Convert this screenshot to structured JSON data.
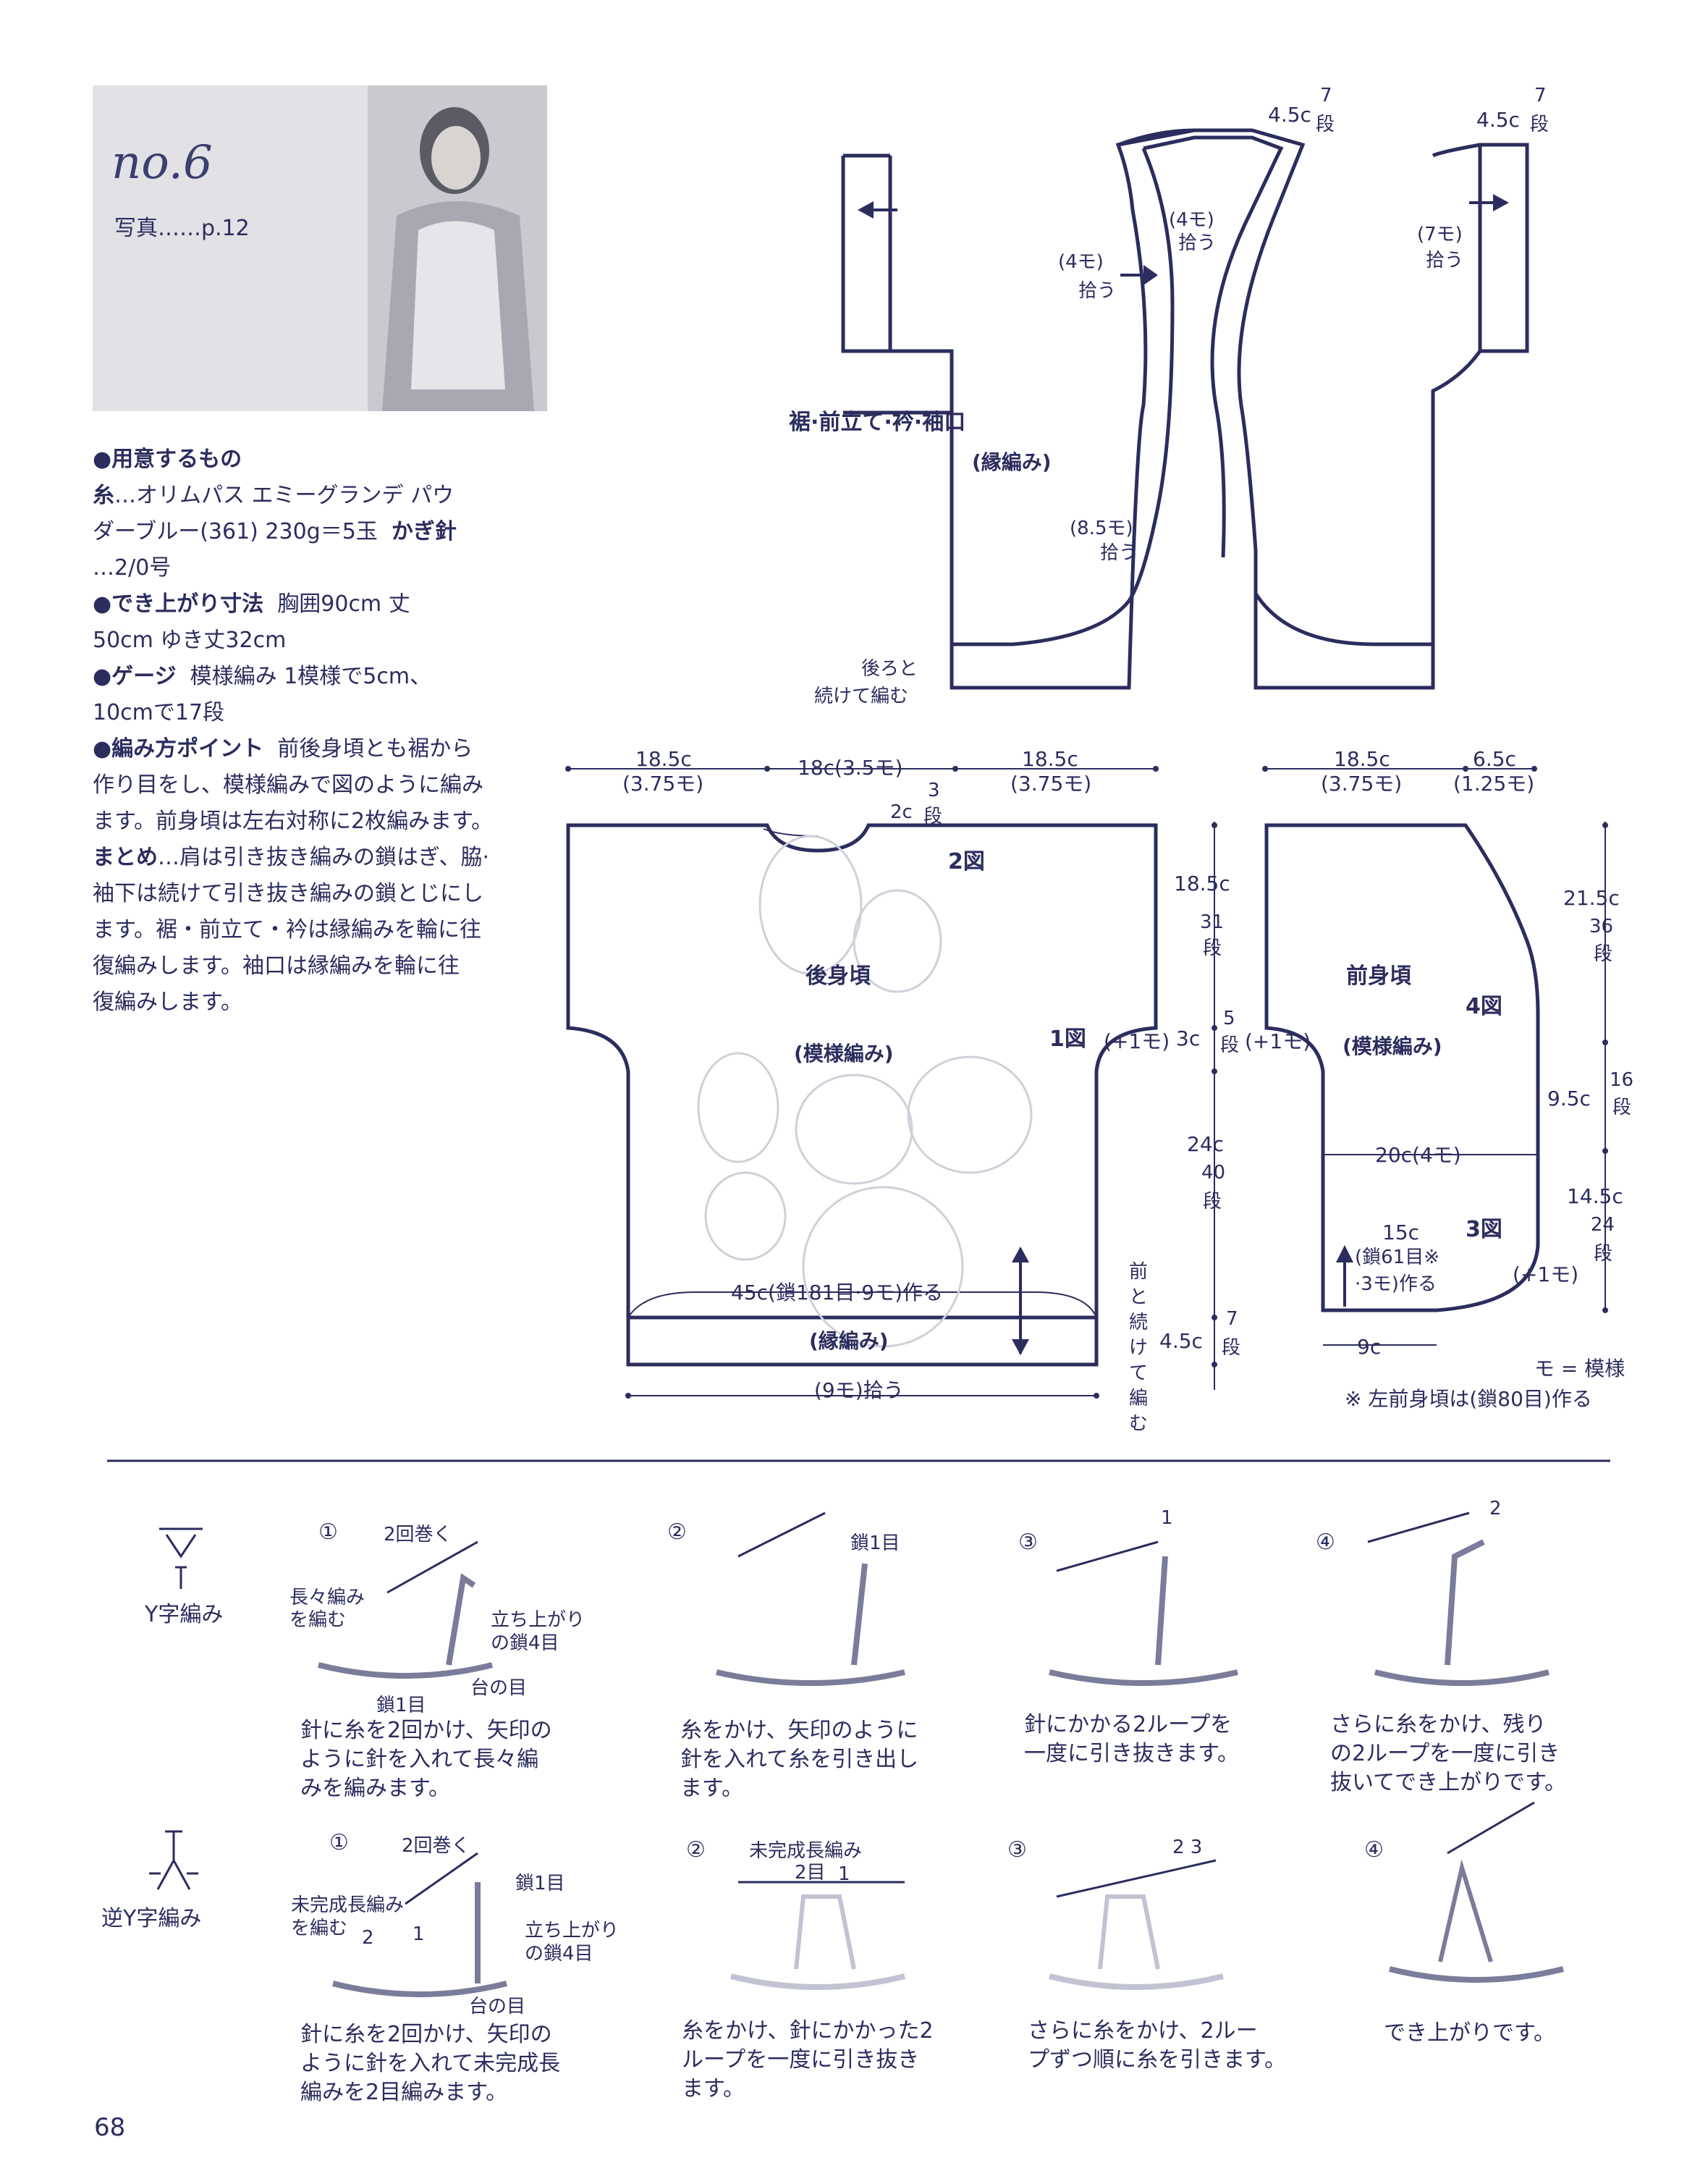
{
  "header": {
    "pattern_no": "no.6",
    "photo_ref": "写真……p.12"
  },
  "materials": {
    "heading": "●用意するもの",
    "line1_label": "糸",
    "line1": "…オリムパス エミーグランデ パウ",
    "line2": "ダーブルー(361) 230g＝5玉",
    "line2_label": "かぎ針",
    "line3": "…2/0号",
    "size_heading": "●でき上がり寸法",
    "size1": "胸囲90cm 丈",
    "size2": "50cm ゆき丈32cm",
    "gauge_heading": "●ゲージ",
    "gauge1": "模様編み 1模様で5cm、",
    "gauge2": "10cmで17段",
    "point_heading": "●編み方ポイント",
    "point1": "前後身頃とも裾から",
    "point2": "作り目をし、模様編みで図のように編み",
    "point3": "ます。前身頃は左右対称に2枚編みます。",
    "finish_label": "まとめ",
    "finish1": "…肩は引き抜き編みの鎖はぎ、脇·",
    "finish2": "袖下は続けて引き抜き編みの鎖とじにし",
    "finish3": "ます。裾・前立て・衿は縁編みを輪に往",
    "finish4": "復編みします。袖口は縁編みを輪に往",
    "finish5": "復編みします。"
  },
  "top_diagram": {
    "title": "裾·前立て·衿·袖口",
    "subtitle": "(縁編み)",
    "left_cuff_w": "4.5c",
    "left_cuff_rows": "7",
    "left_cuff_unit": "段",
    "right_cuff_w": "4.5c",
    "right_cuff_rows": "7",
    "right_cuff_unit": "段",
    "pick_4mo_a": "(4モ)",
    "pick_a": "拾う",
    "pick_4mo_b": "(4モ)",
    "pick_b": "拾う",
    "pick_7mo": "(7モ)",
    "pick_c": "拾う",
    "pick_85mo": "(8.5モ)",
    "pick_d": "拾う",
    "continue1": "後ろと",
    "continue2": "続けて編む"
  },
  "back_body": {
    "dim_left": "18.5c",
    "dim_left_mo": "(3.75モ)",
    "dim_neck": "18c(3.5モ)",
    "dim_right": "18.5c",
    "dim_right_mo": "(3.75モ)",
    "neck_depth": "2c",
    "neck_rows": "3",
    "neck_unit": "段",
    "fig2": "2図",
    "title": "後身頃",
    "subtitle": "(模様編み)",
    "fig1": "1図",
    "plus1_left": "(+1モ)",
    "cast_on": "45c(鎖181目·9モ)作る",
    "edge": "(縁編み)",
    "pickup": "(9モ)拾う",
    "side_continue": [
      "前",
      "と",
      "続",
      "け",
      "て",
      "編",
      "む"
    ]
  },
  "vertical_dims": {
    "h1": "18.5c",
    "h1_rows": "31",
    "h1_unit": "段",
    "h2": "3c",
    "h2_rows": "5",
    "h2_unit": "段",
    "h3": "24c",
    "h3_rows": "40",
    "h3_unit": "段",
    "h4": "4.5c",
    "h4_rows": "7",
    "h4_unit": "段",
    "plus1_mid": "(+1モ)"
  },
  "front_body": {
    "dim_top": "18.5c",
    "dim_top_mo": "(3.75モ)",
    "dim_neck": "6.5c",
    "dim_neck_mo": "(1.25モ)",
    "title": "前身頃",
    "subtitle": "(模様編み)",
    "fig4": "4図",
    "fig3": "3図",
    "width_mid": "20c(4モ)",
    "cast_w": "15c",
    "cast_1": "(鎖61目※",
    "cast_2": "·3モ)作る",
    "plus1": "(+1モ)",
    "bottom_w": "9c",
    "r1": "21.5c",
    "r1_rows": "36",
    "r1_unit": "段",
    "r2": "9.5c",
    "r2_rows": "16",
    "r2_unit": "段",
    "r3": "14.5c",
    "r3_rows": "24",
    "r3_unit": "段",
    "legend": "モ = 模様",
    "note": "※ 左前身頃は(鎖80目)作る"
  },
  "y_stitch": {
    "label": "Y字編み",
    "s1_num": "①",
    "s1_wrap": "2回巻く",
    "s1_a1": "長々編み",
    "s1_a2": "を編む",
    "s1_b1": "立ち上がり",
    "s1_b2": "の鎖4目",
    "s1_base": "台の目",
    "s1_chain": "鎖1目",
    "s1_t1": "針に糸を2回かけ、矢印の",
    "s1_t2": "ように針を入れて長々編",
    "s1_t3": "みを編みます。",
    "s2_num": "②",
    "s2_chain": "鎖1目",
    "s2_t1": "糸をかけ、矢印のように",
    "s2_t2": "針を入れて糸を引き出し",
    "s2_t3": "ます。",
    "s3_num": "③",
    "s3_mark": "1",
    "s3_t1": "針にかかる2ループを",
    "s3_t2": "一度に引き抜きます。",
    "s4_num": "④",
    "s4_mark": "2",
    "s4_t1": "さらに糸をかけ、残り",
    "s4_t2": "の2ループを一度に引き",
    "s4_t3": "抜いてでき上がりです。"
  },
  "inv_y_stitch": {
    "label": "逆Y字編み",
    "s1_num": "①",
    "s1_wrap": "2回巻く",
    "s1_chain": "鎖1目",
    "s1_a1": "未完成長編み",
    "s1_a2": "を編む",
    "s1_m2": "2",
    "s1_m1": "1",
    "s1_b1": "立ち上がり",
    "s1_b2": "の鎖4目",
    "s1_base": "台の目",
    "s1_t1": "針に糸を2回かけ、矢印の",
    "s1_t2": "ように針を入れて未完成長",
    "s1_t3": "編みを2目編みます。",
    "s2_num": "②",
    "s2_a1": "未完成長編み",
    "s2_a2": "2目",
    "s2_m": "1",
    "s2_t1": "糸をかけ、針にかかった2",
    "s2_t2": "ループを一度に引き抜き",
    "s2_t3": "ます。",
    "s3_num": "③",
    "s3_m": "2 3",
    "s3_t1": "さらに糸をかけ、2ルー",
    "s3_t2": "プずつ順に糸を引きます。",
    "s4_num": "④",
    "s4_t1": "でき上がりです。"
  },
  "footer": {
    "page": "68"
  }
}
